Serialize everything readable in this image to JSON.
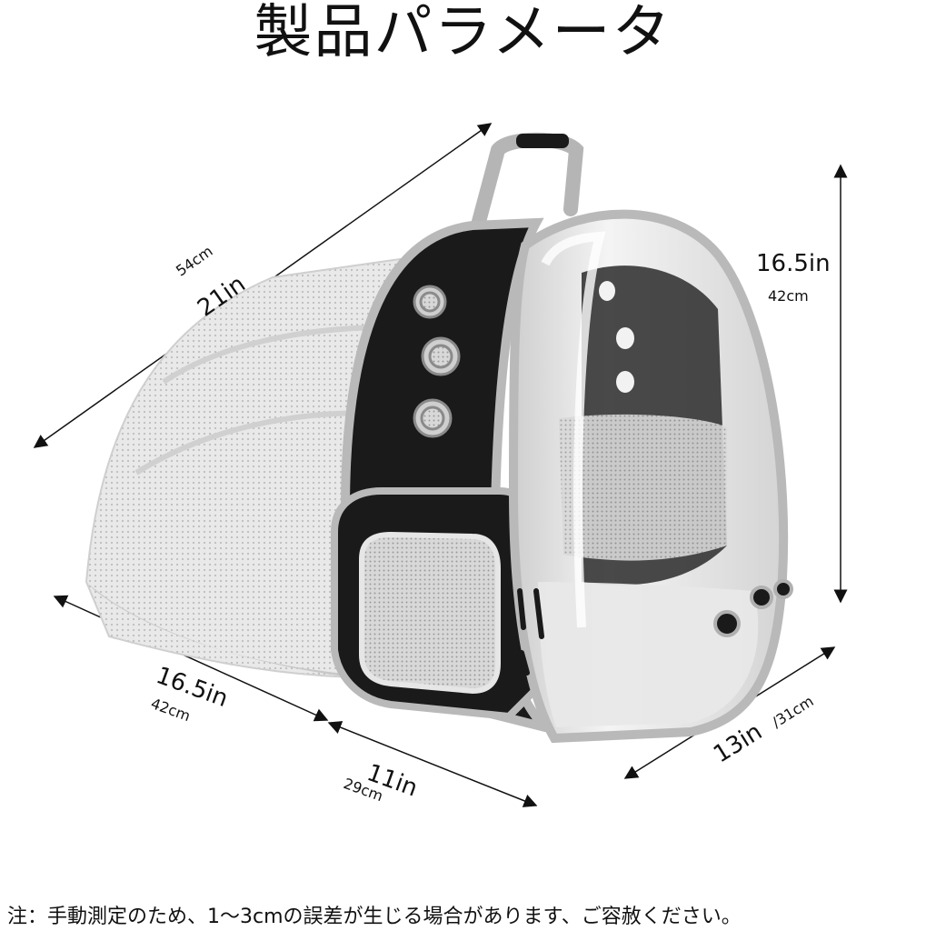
{
  "title": "製品パラメータ",
  "dimensions": {
    "height_in": "16.5in",
    "height_cm": "42cm",
    "diagonal_cm": "54cm",
    "diagonal_in": "21in",
    "length_in": "16.5in",
    "length_cm": "42cm",
    "depth_in": "11in",
    "depth_cm": "29cm",
    "width_in": "13in",
    "width_cm": "/31cm"
  },
  "note": "注：手動測定のため、1〜3cmの誤差が生じる場合があります、ご容赦ください。",
  "colors": {
    "body_black": "#1a1a1a",
    "trim_gray": "#b9b9b9",
    "mesh_gray": "#d9d9d9",
    "dome_clear": "#eeeeee"
  }
}
